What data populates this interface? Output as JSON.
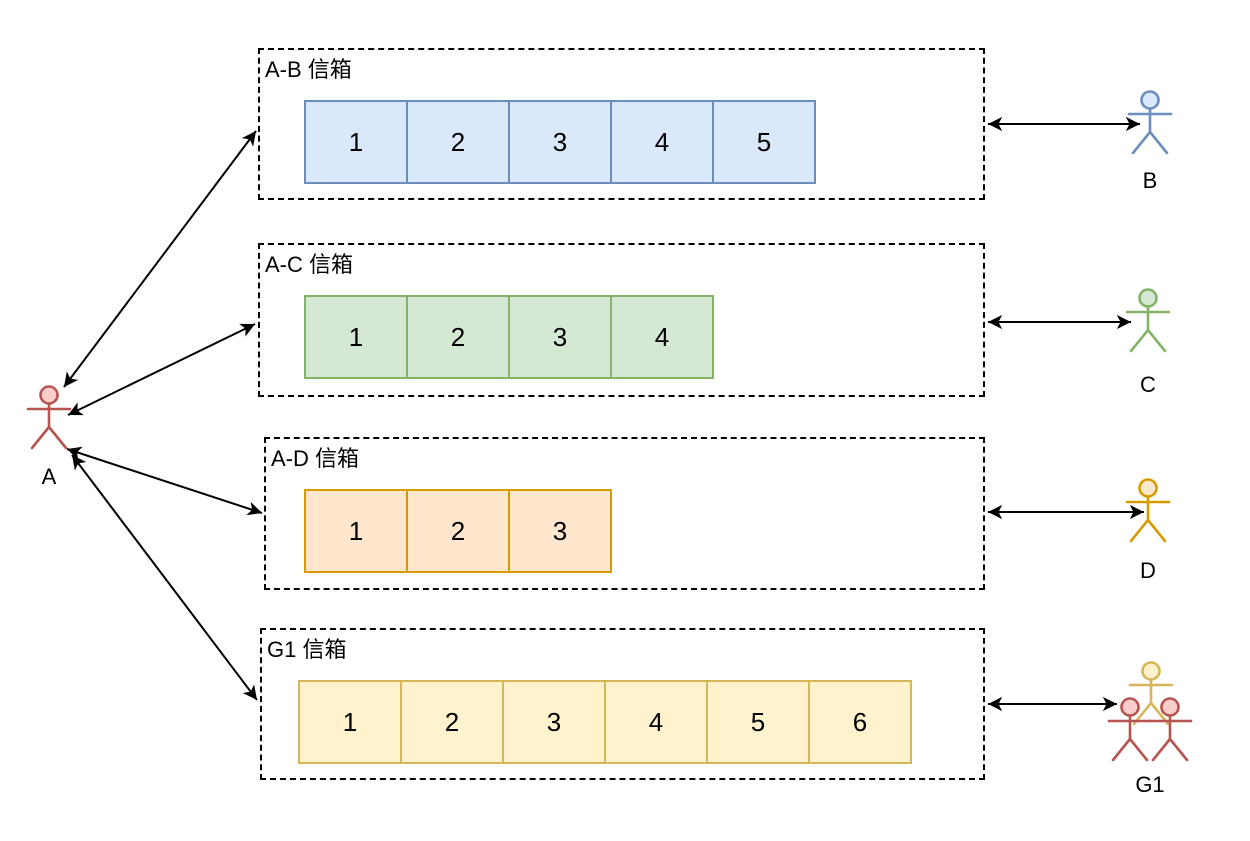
{
  "actors": {
    "a": {
      "label": "A",
      "stroke": "#b85450",
      "fill": "#f8cecc"
    },
    "b": {
      "label": "B",
      "stroke": "#6c8ebf",
      "fill": "#dae8fc"
    },
    "c": {
      "label": "C",
      "stroke": "#82b366",
      "fill": "#d5e8d4"
    },
    "d": {
      "label": "D",
      "stroke": "#d79b00",
      "fill": "#ffe6cc"
    },
    "g1": {
      "label": "G1",
      "members": [
        {
          "stroke": "#d6b656",
          "fill": "#fff2cc"
        },
        {
          "stroke": "#b85450",
          "fill": "#f8cecc"
        },
        {
          "stroke": "#b85450",
          "fill": "#f8cecc"
        }
      ]
    }
  },
  "mailboxes": [
    {
      "label": "A-B 信箱",
      "fill": "#dae8fc",
      "stroke": "#6c8ebf",
      "cells": [
        "1",
        "2",
        "3",
        "4",
        "5"
      ]
    },
    {
      "label": "A-C 信箱",
      "fill": "#d5e8d4",
      "stroke": "#82b366",
      "cells": [
        "1",
        "2",
        "3",
        "4"
      ]
    },
    {
      "label": "A-D 信箱",
      "fill": "#ffe6cc",
      "stroke": "#d79b00",
      "cells": [
        "1",
        "2",
        "3"
      ]
    },
    {
      "label": "G1 信箱",
      "fill": "#fff2cc",
      "stroke": "#d6b656",
      "cells": [
        "1",
        "2",
        "3",
        "4",
        "5",
        "6"
      ]
    }
  ]
}
